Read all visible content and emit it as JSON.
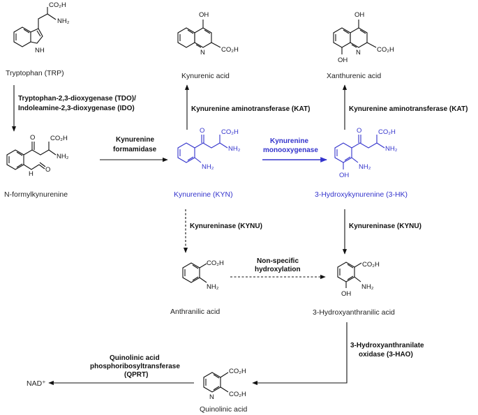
{
  "compounds": {
    "tryptophan": "Tryptophan (TRP)",
    "n_formylkynurenine": "N-formylkynurenine",
    "kynurenine": "Kynurenine (KYN)",
    "kynurenic_acid": "Kynurenic acid",
    "xanthurenic_acid": "Xanthurenic acid",
    "hydroxykynurenine": "3-Hydroxykynurenine (3-HK)",
    "anthranilic_acid": "Anthranilic acid",
    "hydroxyanthranilic_acid": "3-Hydroxyanthranilic acid",
    "quinolinic_acid": "Quinolinic acid",
    "nad": "NAD⁺"
  },
  "enzymes": {
    "tdo": "Tryptophan-2,3-dioxygenase (TDO)/",
    "ido": "Indoleamine-2,3-dioxygenase (IDO)",
    "formamidase_1": "Kynurenine",
    "formamidase_2": "formamidase",
    "kat_1": "Kynurenine aminotransferase (KAT)",
    "kat_2": "Kynurenine aminotransferase (KAT)",
    "kmo_1": "Kynurenine",
    "kmo_2": "monooxygenase",
    "kynu_1": "Kynureninase (KYNU)",
    "kynu_2": "Kynureninase (KYNU)",
    "nonspecific_1": "Non-specific",
    "nonspecific_2": "hydroxylation",
    "haao_1": "3-Hydroxyanthranilate",
    "haao_2": "oxidase (3-HAO)",
    "qprt_1": "Quinolinic acid",
    "qprt_2": "phosphoribosyltransferase",
    "qprt_3": "(QPRT)"
  },
  "atoms": {
    "co2h": "CO₂H",
    "nh2": "NH₂",
    "oh": "OH",
    "nh": "NH",
    "n": "N",
    "o": "O",
    "h": "H"
  },
  "colors": {
    "highlight": "#3333cc",
    "ink": "#111111"
  }
}
